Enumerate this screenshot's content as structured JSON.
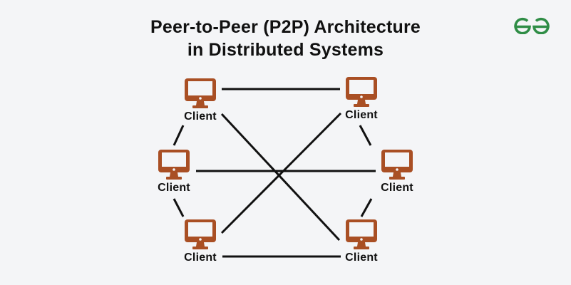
{
  "title": {
    "line1": "Peer-to-Peer (P2P) Architecture",
    "line2": "in Distributed Systems"
  },
  "logo": {
    "icon": "geeksforgeeks-logo-icon",
    "color": "#2f8d46"
  },
  "colors": {
    "monitor": "#a94f24",
    "edge": "#111111",
    "background": "#f4f5f7"
  },
  "nodes": [
    {
      "id": "top-left",
      "label": "Client",
      "icon": "monitor-icon"
    },
    {
      "id": "top-right",
      "label": "Client",
      "icon": "monitor-icon"
    },
    {
      "id": "middle-left",
      "label": "Client",
      "icon": "monitor-icon"
    },
    {
      "id": "middle-right",
      "label": "Client",
      "icon": "monitor-icon"
    },
    {
      "id": "bottom-left",
      "label": "Client",
      "icon": "monitor-icon"
    },
    {
      "id": "bottom-right",
      "label": "Client",
      "icon": "monitor-icon"
    }
  ],
  "edges": [
    {
      "from": "top-left",
      "to": "top-right"
    },
    {
      "from": "middle-left",
      "to": "middle-right"
    },
    {
      "from": "bottom-left",
      "to": "bottom-right"
    },
    {
      "from": "top-left",
      "to": "bottom-right"
    },
    {
      "from": "top-right",
      "to": "bottom-left"
    },
    {
      "from": "top-left",
      "to": "middle-left"
    },
    {
      "from": "middle-left",
      "to": "bottom-left"
    },
    {
      "from": "top-right",
      "to": "middle-right"
    },
    {
      "from": "middle-right",
      "to": "bottom-right"
    }
  ]
}
